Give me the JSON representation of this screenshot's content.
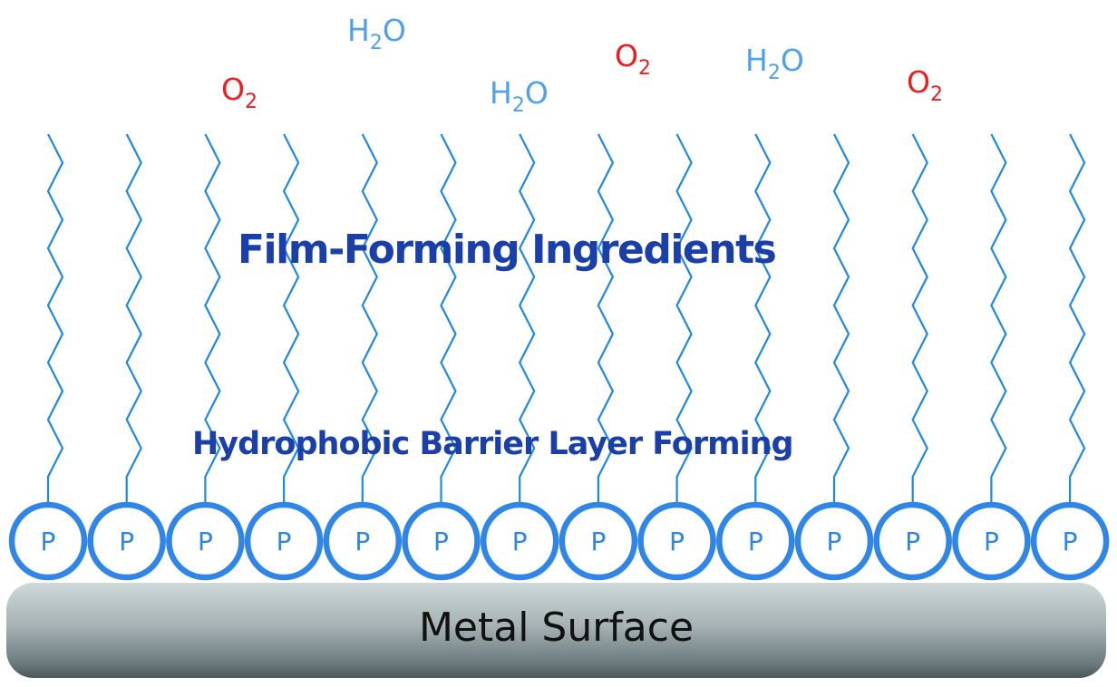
{
  "diagram": {
    "molecules": [
      {
        "formula": "O",
        "subscript": "2",
        "suffix": "",
        "kind": "oxygen"
      },
      {
        "formula": "H",
        "subscript": "2",
        "suffix": "O",
        "kind": "water"
      },
      {
        "formula": "H",
        "subscript": "2",
        "suffix": "O",
        "kind": "water"
      },
      {
        "formula": "O",
        "subscript": "2",
        "suffix": "",
        "kind": "oxygen"
      },
      {
        "formula": "H",
        "subscript": "2",
        "suffix": "O",
        "kind": "water"
      },
      {
        "formula": "O",
        "subscript": "2",
        "suffix": "",
        "kind": "oxygen"
      }
    ],
    "film_label": "Film-Forming Ingredients",
    "barrier_label": "Hydrophobic Barrier Layer Forming",
    "head_group_label": "P",
    "head_group_count": 14,
    "substrate_label": "Metal Surface",
    "colors": {
      "oxygen": "#ee1c1c",
      "water": "#4ea1ea",
      "chain": "#1e88e5",
      "head_group": "#2f86e6",
      "label": "#1b3fa8"
    }
  }
}
